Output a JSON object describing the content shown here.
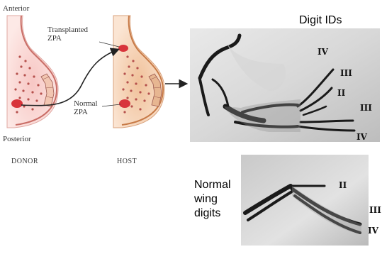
{
  "labels": {
    "anterior": "Anterior",
    "posterior": "Posterior",
    "donor": "DONOR",
    "host": "HOST",
    "transplanted_zpa": [
      "Transplanted",
      "ZPA"
    ],
    "normal_zpa": [
      "Normal",
      "ZPA"
    ],
    "digit_ids": "Digit IDs",
    "normal_wing_digits": [
      "Normal",
      "wing",
      "digits"
    ]
  },
  "experimental_digits": [
    "IV",
    "III",
    "II",
    "III",
    "IV"
  ],
  "normal_digits": [
    "II",
    "III",
    "IV"
  ],
  "colors": {
    "limb_fill": "#f4c9b4",
    "mesenchyme": "#f9ded0",
    "zpa": "#d8343b",
    "xray_bg": "#cfcfcf",
    "bone": "#1a1a1a"
  }
}
